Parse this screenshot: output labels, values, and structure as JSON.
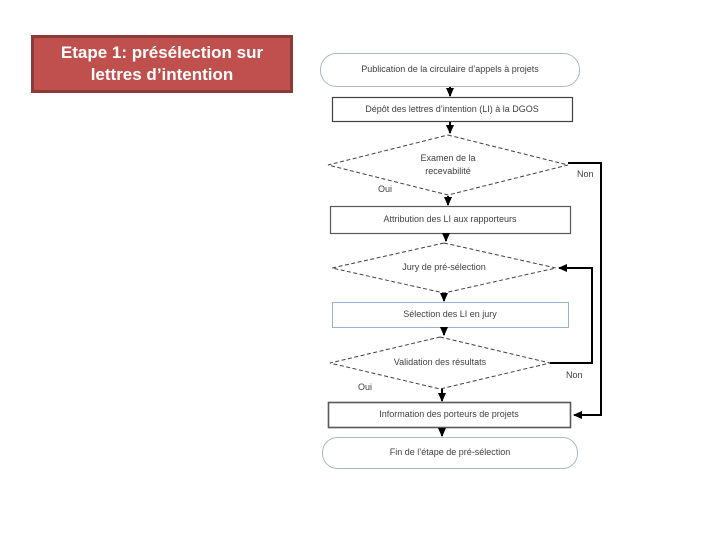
{
  "slide_title": {
    "line1": "Etape 1: présélection sur",
    "line2": "lettres d’intention"
  },
  "colors": {
    "title_fill": "#c0504d",
    "title_border": "#8c3a38",
    "title_text": "#ffffff",
    "terminator_border": "#a6bacb",
    "selection_box_border": "#95b3d7",
    "process_border": "#595959",
    "node_text": "#404040",
    "connector": "#000000"
  },
  "flowchart": {
    "nodes": [
      {
        "id": "publication",
        "type": "terminator",
        "label": "Publication de la circulaire d’appels à projets"
      },
      {
        "id": "depot",
        "type": "process",
        "label": "Dépôt des lettres d’intention (LI) à la DGOS"
      },
      {
        "id": "examen",
        "type": "decision",
        "label": "Examen de la recevabilité"
      },
      {
        "id": "attribution",
        "type": "process",
        "label": "Attribution des LI aux rapporteurs"
      },
      {
        "id": "jury",
        "type": "decision",
        "label": "Jury de pré-sélection"
      },
      {
        "id": "selection",
        "type": "process",
        "label": "Sélection des LI en jury"
      },
      {
        "id": "validation",
        "type": "decision",
        "label": "Validation des résultats"
      },
      {
        "id": "information",
        "type": "process",
        "label": "Information des porteurs de projets"
      },
      {
        "id": "fin",
        "type": "terminator",
        "label": "Fin de l’étape de pré-sélection"
      }
    ],
    "branches": [
      {
        "id": "examen-oui",
        "label": "Oui"
      },
      {
        "id": "examen-non",
        "label": "Non"
      },
      {
        "id": "validation-oui",
        "label": "Oui"
      },
      {
        "id": "validation-non",
        "label": "Non"
      }
    ]
  }
}
